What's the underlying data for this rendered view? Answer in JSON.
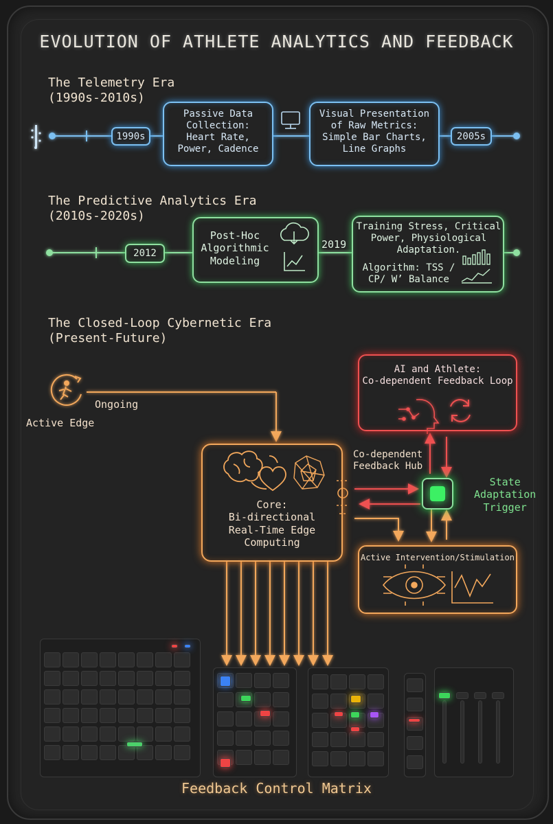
{
  "title": "EVOLUTION OF ATHLETE ANALYTICS AND FEEDBACK",
  "eras": {
    "telemetry": {
      "heading": "The Telemetry Era\n(1990s-2010s)",
      "start_label": "1990s",
      "box1": "Passive Data\nCollection:\nHeart Rate,\nPower, Cadence",
      "box2": "Visual Presentation\nof Raw Metrics:\nSimple Bar Charts,\nLine Graphs",
      "end_label": "2005s"
    },
    "predictive": {
      "heading": "The Predictive Analytics Era\n(2010s-2020s)",
      "start_label": "2012",
      "box1": "Post-Hoc\nAlgorithmic\nModeling",
      "mid_label": "2019",
      "box2_top": "Training Stress, Critical\nPower, Physiological\nAdaptation.",
      "box2_bottom": "Algorithm: TSS /\nCP/ W’ Balance"
    },
    "cybernetic": {
      "heading": "The Closed-Loop Cybernetic Era\n(Present-Future)",
      "ongoing_label": "Ongoing",
      "active_edge_label": "Active Edge",
      "ai_loop": "AI and Athlete:\nCo-dependent Feedback Loop",
      "hub_label": "Co-dependent\nFeedback Hub",
      "trigger_label": "State\nAdaptation\nTrigger",
      "core": "Core:\nBi-directional\nReal-Time Edge\nComputing",
      "intervention": "Active Intervention/Stimulation"
    }
  },
  "footer": "Feedback Control Matrix",
  "colors": {
    "blue": "#7cc0f2",
    "green": "#8fe0a0",
    "orange": "#f3a85c",
    "red": "#ef5151",
    "trigger": "#39e65a"
  },
  "icons": [
    "usb-icon",
    "monitor-icon",
    "cloud-download-icon",
    "line-chart-icon",
    "bar-chart-icon",
    "running-person-icon",
    "brain-icon",
    "heart-icon",
    "neural-network-icon",
    "ai-head-icon",
    "refresh-cycle-icon",
    "eye-chip-icon",
    "waveform-icon"
  ]
}
